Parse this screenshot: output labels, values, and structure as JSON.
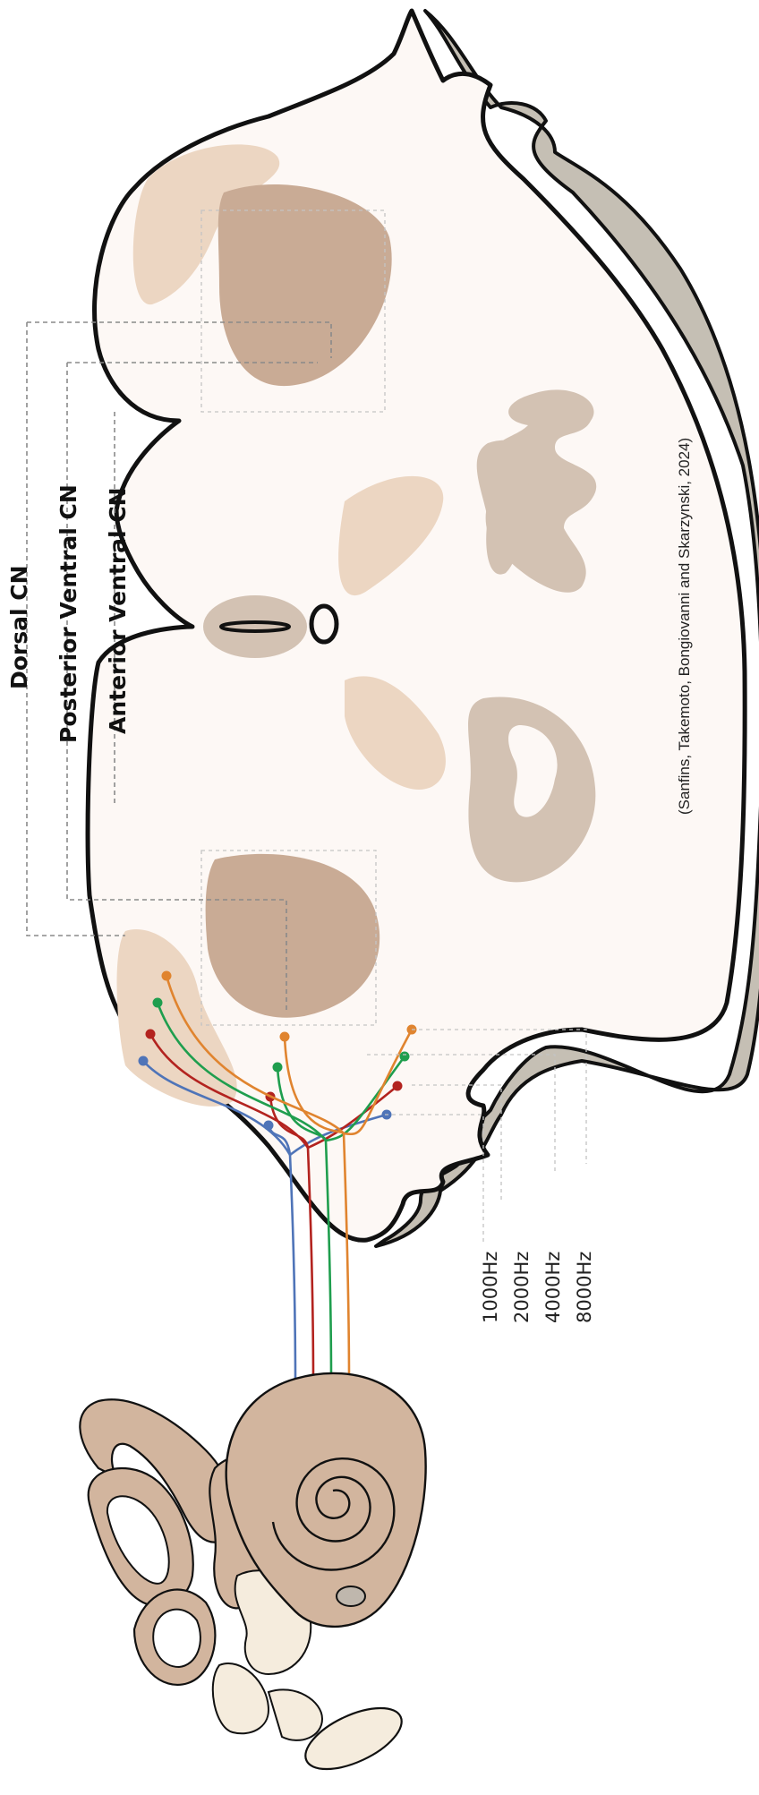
{
  "labels": {
    "dorsal_cn": "Dorsal CN",
    "posterior_ventral_cn": "Posterior Ventral CN",
    "anterior_ventral_cn": "Anterior Ventral CN"
  },
  "frequencies": [
    {
      "label": "1000Hz",
      "color": "#4f74b8"
    },
    {
      "label": "2000Hz",
      "color": "#b3231f"
    },
    {
      "label": "4000Hz",
      "color": "#1f9e4e"
    },
    {
      "label": "8000Hz",
      "color": "#e0842f"
    }
  ],
  "citation": "(Sanfins, Takemoto, Bongiovanni and Skarzynski, 2024)",
  "colors": {
    "brainstem_fill": "#fdf8f5",
    "brainstem_shadow": "#c5bfb4",
    "nucleus_dark": "#c9ab95",
    "nucleus_light": "#ecd6c2",
    "cochlea": "#d2b59e",
    "outline": "#111111"
  }
}
